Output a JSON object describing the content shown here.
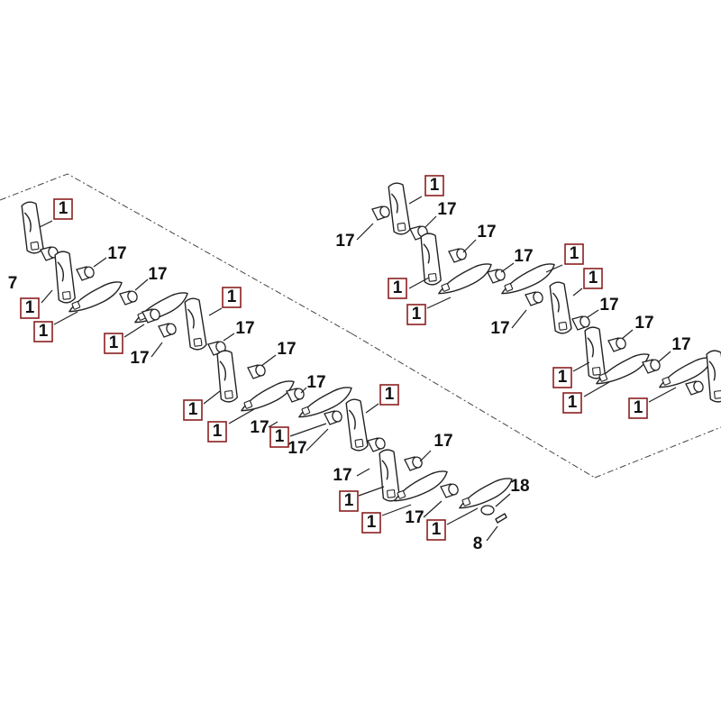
{
  "diagram": {
    "labels": {
      "blade": "1",
      "bushing": "17",
      "bolt": "8",
      "nut": "18",
      "edge": "7"
    }
  }
}
